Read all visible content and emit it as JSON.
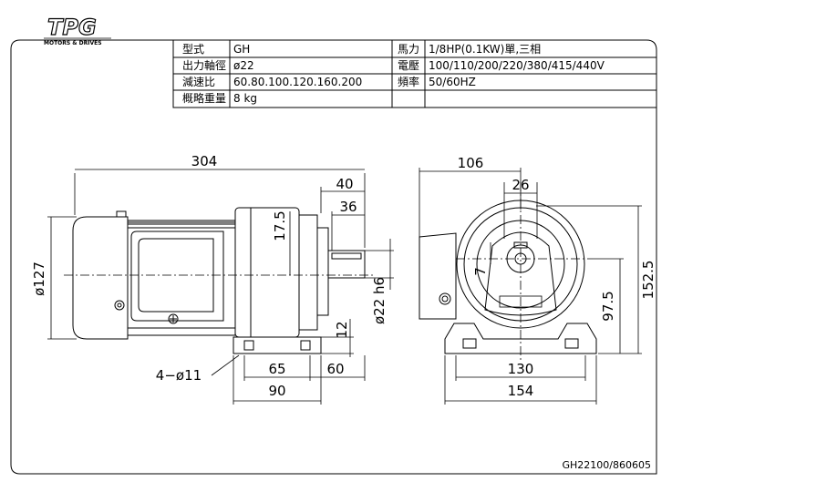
{
  "logo": {
    "brand": "TPG",
    "subtitle": "MOTORS & DRIVES"
  },
  "spec_table": [
    [
      "型式",
      "GH",
      "馬力",
      "1/8HP(0.1KW)單,三相"
    ],
    [
      "出力軸徑",
      "ø22",
      "電壓",
      "100/110/200/220/380/415/440V"
    ],
    [
      "減速比",
      "60.80.100.120.160.200",
      "頻率",
      "50/60HZ"
    ],
    [
      "概略重量",
      "8 kg",
      "",
      ""
    ]
  ],
  "dimensions": {
    "overall_length": "304",
    "shaft_length": "40",
    "shaft_key_length": "36",
    "key_offset": "17.5",
    "motor_diameter": "ø127",
    "shaft_diameter": "ø22 h6",
    "base_height": "12",
    "foot_a": "65",
    "foot_b": "60",
    "foot_total": "90",
    "hole": "4−ø11",
    "end_width": "106",
    "key_width": "26",
    "key_depth": "7",
    "total_height": "152.5",
    "center_height": "97.5",
    "base_inner": "130",
    "base_outer": "154"
  },
  "drawing_number": "GH22100/860605"
}
